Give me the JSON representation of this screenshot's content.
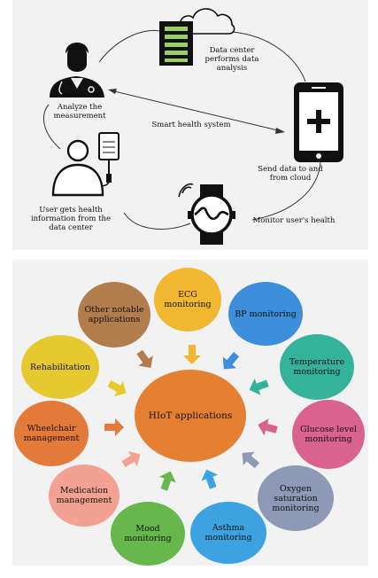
{
  "top": {
    "data_center": "Data center performs data analysis",
    "analyze": "Analyze the measurement",
    "smart_health": "Smart health system",
    "send_data": "Send data to and from cloud",
    "user_gets": "User gets health information from the data center",
    "monitor": "Monitor user's health",
    "icons": [
      "cloud-server-icon",
      "doctor-icon",
      "smartphone-plus-icon",
      "patient-iv-icon",
      "smartwatch-icon"
    ]
  },
  "bottom": {
    "center": "HIoT applications",
    "apps": [
      {
        "label": "ECG monitoring",
        "color": "#f2b731"
      },
      {
        "label": "BP monitoring",
        "color": "#3d8edb"
      },
      {
        "label": "Temperature monitoring",
        "color": "#34b39a"
      },
      {
        "label": "Glucose level monitoring",
        "color": "#d9628f"
      },
      {
        "label": "Oxygen saturation monitoring",
        "color": "#8e99b5"
      },
      {
        "label": "Asthma monitoring",
        "color": "#3ca3e0"
      },
      {
        "label": "Mood monitoring",
        "color": "#66b84c"
      },
      {
        "label": "Medication management",
        "color": "#f2a193"
      },
      {
        "label": "Wheelchair management",
        "color": "#e47a39"
      },
      {
        "label": "Rehabilitation",
        "color": "#e6c82f"
      },
      {
        "label": "Other notable applications",
        "color": "#b27d4d"
      }
    ],
    "center_color": "#e57f32"
  }
}
